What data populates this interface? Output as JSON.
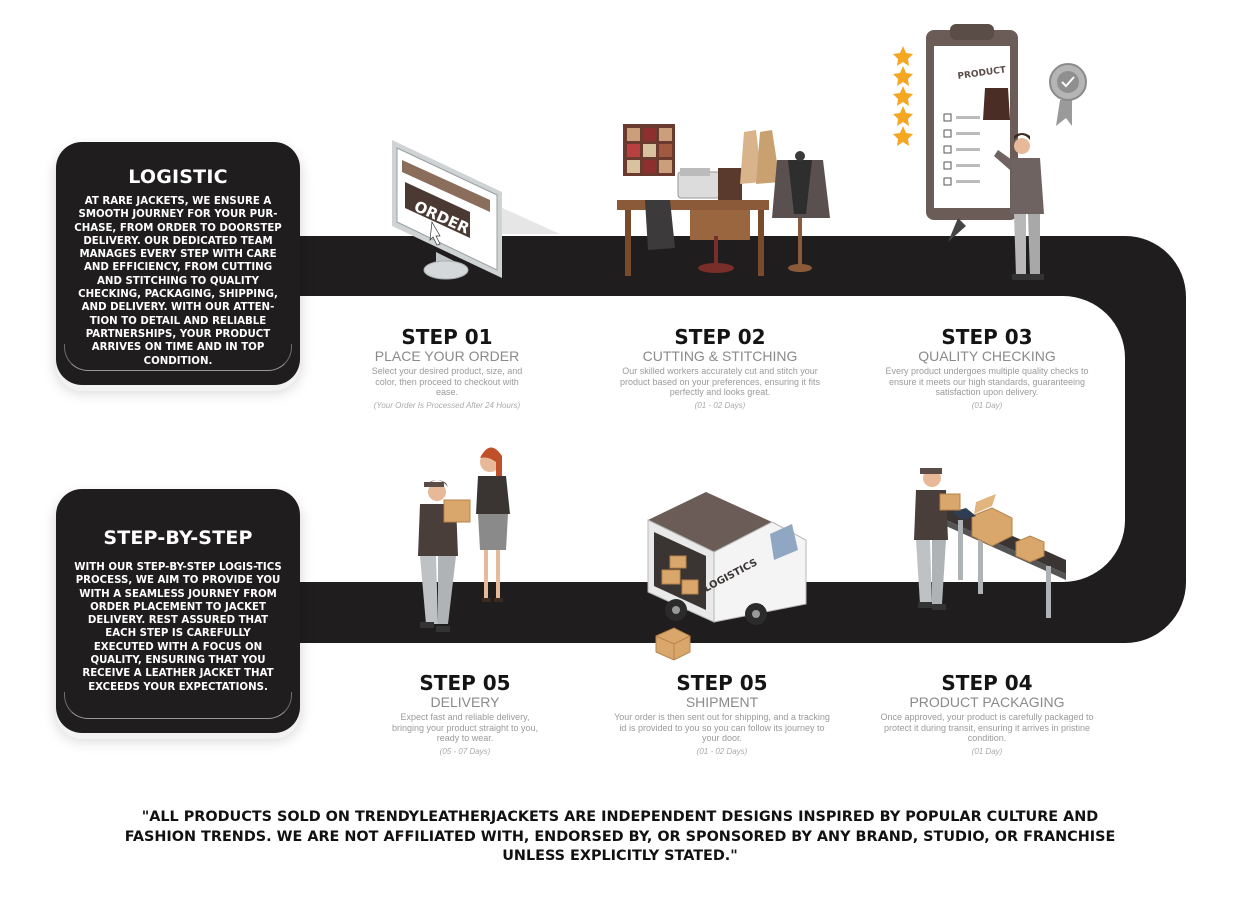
{
  "panels": [
    {
      "title": "LOGISTIC",
      "body": "AT RARE JACKETS, WE ENSURE A SMOOTH JOURNEY FOR YOUR PUR-CHASE, FROM ORDER TO DOORSTEP DELIVERY. OUR DEDICATED TEAM MANAGES EVERY STEP WITH CARE AND EFFICIENCY, FROM CUTTING AND STITCHING TO QUALITY CHECKING, PACKAGING, SHIPPING, AND DELIVERY. WITH OUR ATTEN-TION TO DETAIL AND RELIABLE PARTNERSHIPS, YOUR PRODUCT ARRIVES ON TIME AND IN TOP CONDITION."
    },
    {
      "title": "STEP-BY-STEP",
      "body": "WITH OUR STEP-BY-STEP LOGIS-TICS PROCESS, WE AIM TO PROVIDE YOU WITH A SEAMLESS JOURNEY FROM ORDER PLACEMENT TO JACKET DELIVERY. REST ASSURED THAT EACH STEP IS CAREFULLY EXECUTED WITH A FOCUS ON QUALITY, ENSURING THAT YOU RECEIVE A LEATHER JACKET THAT EXCEEDS YOUR EXPECTATIONS."
    }
  ],
  "steps": [
    {
      "number": "STEP 01",
      "name": "PLACE YOUR ORDER",
      "description": "Select your desired product, size, and color, then proceed to checkout with ease.",
      "note": "(Your Order Is Processed After 24 Hours)"
    },
    {
      "number": "STEP 02",
      "name": "CUTTING & STITCHING",
      "description": "Our skilled workers accurately cut and stitch your product based on your preferences, ensuring it fits perfectly and looks great.",
      "note": "(01 - 02 Days)"
    },
    {
      "number": "STEP 03",
      "name": "QUALITY CHECKING",
      "description": "Every product undergoes multiple quality checks to ensure it meets our high standards, guaranteeing satisfaction upon delivery.",
      "note": "(01 Day)"
    },
    {
      "number": "STEP 05",
      "name": "DELIVERY",
      "description": "Expect fast and reliable delivery, bringing your product straight to you, ready to wear.",
      "note": "(05 - 07 Days)"
    },
    {
      "number": "STEP 05",
      "name": "SHIPMENT",
      "description": "Your order is then sent out for shipping, and a tracking id is provided to you so you can follow its journey to your door.",
      "note": "(01 - 02 Days)"
    },
    {
      "number": "STEP 04",
      "name": "PRODUCT PACKAGING",
      "description": "Once approved, your product is carefully packaged to protect it during transit, ensuring it arrives in pristine condition.",
      "note": "(01 Day)"
    }
  ],
  "illustrations": {
    "order_screen_label": "ORDER",
    "clipboard_label": "PRODUCT",
    "truck_label": "LOGISTICS",
    "rating_stars": 5
  },
  "colors": {
    "road": "#1f1d1e",
    "panel": "#1f1d1e",
    "star": "#f5a623",
    "step_name": "#8a8a8a",
    "box": "#d9a66b"
  },
  "footer": "\"ALL PRODUCTS SOLD ON TRENDYLEATHERJACKETS ARE INDEPENDENT DESIGNS INSPIRED BY POPULAR CULTURE AND FASHION TRENDS. WE ARE NOT AFFILIATED WITH, ENDORSED BY, OR SPONSORED BY ANY BRAND, STUDIO, OR FRANCHISE UNLESS EXPLICITLY STATED.\""
}
